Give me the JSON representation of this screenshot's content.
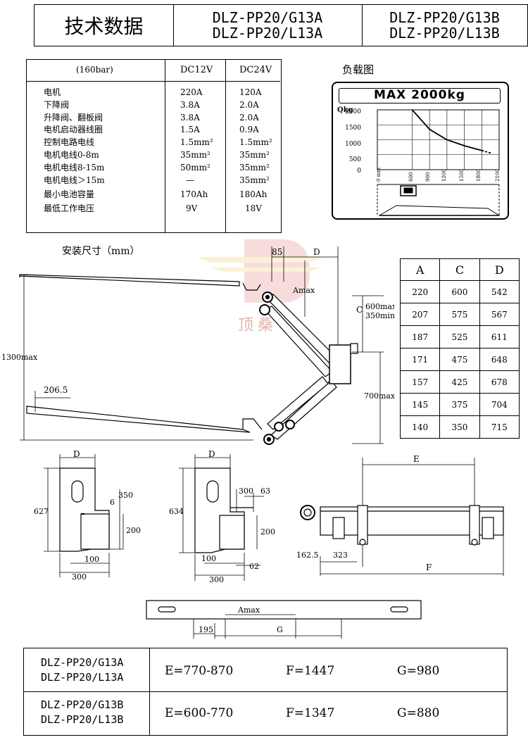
{
  "header": {
    "title": "技术数据",
    "modelA1": "DLZ-PP20/G13A",
    "modelA2": "DLZ-PP20/L13A",
    "modelB1": "DLZ-PP20/G13B",
    "modelB2": "DLZ-PP20/L13B"
  },
  "spec": {
    "pressure": "(160bar)",
    "col12": "DC12V",
    "col24": "DC24V",
    "rows": [
      {
        "label": "电机",
        "v12": "220A",
        "v24": "120A"
      },
      {
        "label": "下降阀",
        "v12": "3.8A",
        "v24": "2.0A"
      },
      {
        "label": "升降阀、翻板阀",
        "v12": "3.8A",
        "v24": "2.0A"
      },
      {
        "label": "电机启动器线圈",
        "v12": "1.5A",
        "v24": "0.9A"
      },
      {
        "label": "控制电路电线",
        "v12": "1.5mm²",
        "v24": "1.5mm²"
      },
      {
        "label": "电机电线0-8m",
        "v12": "35mm²",
        "v24": "35mm²"
      },
      {
        "label": "电机电线8-15m",
        "v12": "50mm²",
        "v24": "35mm²"
      },
      {
        "label": "电机电线＞15m",
        "v12": "—",
        "v24": "35mm²"
      },
      {
        "label": "最小电池容量",
        "v12": "170Ah",
        "v24": "180Ah"
      },
      {
        "label": "最低工作电压",
        "v12": "9V",
        "v24": "18V"
      }
    ]
  },
  "load": {
    "caption": "负载图",
    "max": "MAX 2000kg",
    "qlabel": "Qkg",
    "yticks": [
      "2000",
      "1500",
      "1000",
      "500",
      "0"
    ],
    "xticks": [
      "0 mm",
      "600",
      "900",
      "1200",
      "1500",
      "1800",
      "2100"
    ]
  },
  "install": {
    "caption": "安装尺寸（mm）",
    "d85": "85",
    "dD": "D",
    "amax": "Amax",
    "c": "C",
    "cmax": "600max",
    "cmin": "350min",
    "h1300": "1300max",
    "d2065": "206.5",
    "h700": "700max",
    "watermark": "顶桑"
  },
  "acd": {
    "headers": [
      "A",
      "C",
      "D"
    ],
    "rows": [
      [
        "220",
        "600",
        "542"
      ],
      [
        "207",
        "575",
        "567"
      ],
      [
        "187",
        "525",
        "611"
      ],
      [
        "171",
        "475",
        "648"
      ],
      [
        "157",
        "425",
        "678"
      ],
      [
        "145",
        "375",
        "704"
      ],
      [
        "140",
        "350",
        "715"
      ]
    ]
  },
  "bracketA": {
    "d": "D",
    "h627": "627",
    "d6": "6",
    "d350": "350",
    "d200": "200",
    "d100": "100",
    "d300": "300"
  },
  "bracketB": {
    "d": "D",
    "h634": "634",
    "d300": "300",
    "d63": "63",
    "d200": "200",
    "d100": "100",
    "d62": "62",
    "d300b": "300"
  },
  "topview": {
    "e": "E",
    "d1625": "162.5",
    "d323": "323",
    "f": "F"
  },
  "platform": {
    "amax": "Amax",
    "d195": "195",
    "g": "G"
  },
  "bottom": {
    "r1m1": "DLZ-PP20/G13A",
    "r1m2": "DLZ-PP20/L13A",
    "r1e": "E=770-870",
    "r1f": "F=1447",
    "r1g": "G=980",
    "r2m1": "DLZ-PP20/G13B",
    "r2m2": "DLZ-PP20/L13B",
    "r2e": "E=600-770",
    "r2f": "F=1347",
    "r2g": "G=880"
  },
  "chart_data": {
    "type": "line",
    "title": "MAX 2000kg",
    "xlabel": "mm",
    "ylabel": "Qkg",
    "x": [
      600,
      900,
      1200,
      1500,
      1800,
      1950
    ],
    "series": [
      {
        "values": [
          2000,
          1350,
          1000,
          800,
          640,
          560
        ]
      }
    ],
    "xlim": [
      0,
      2100
    ],
    "ylim": [
      0,
      2000
    ],
    "grid": true
  }
}
